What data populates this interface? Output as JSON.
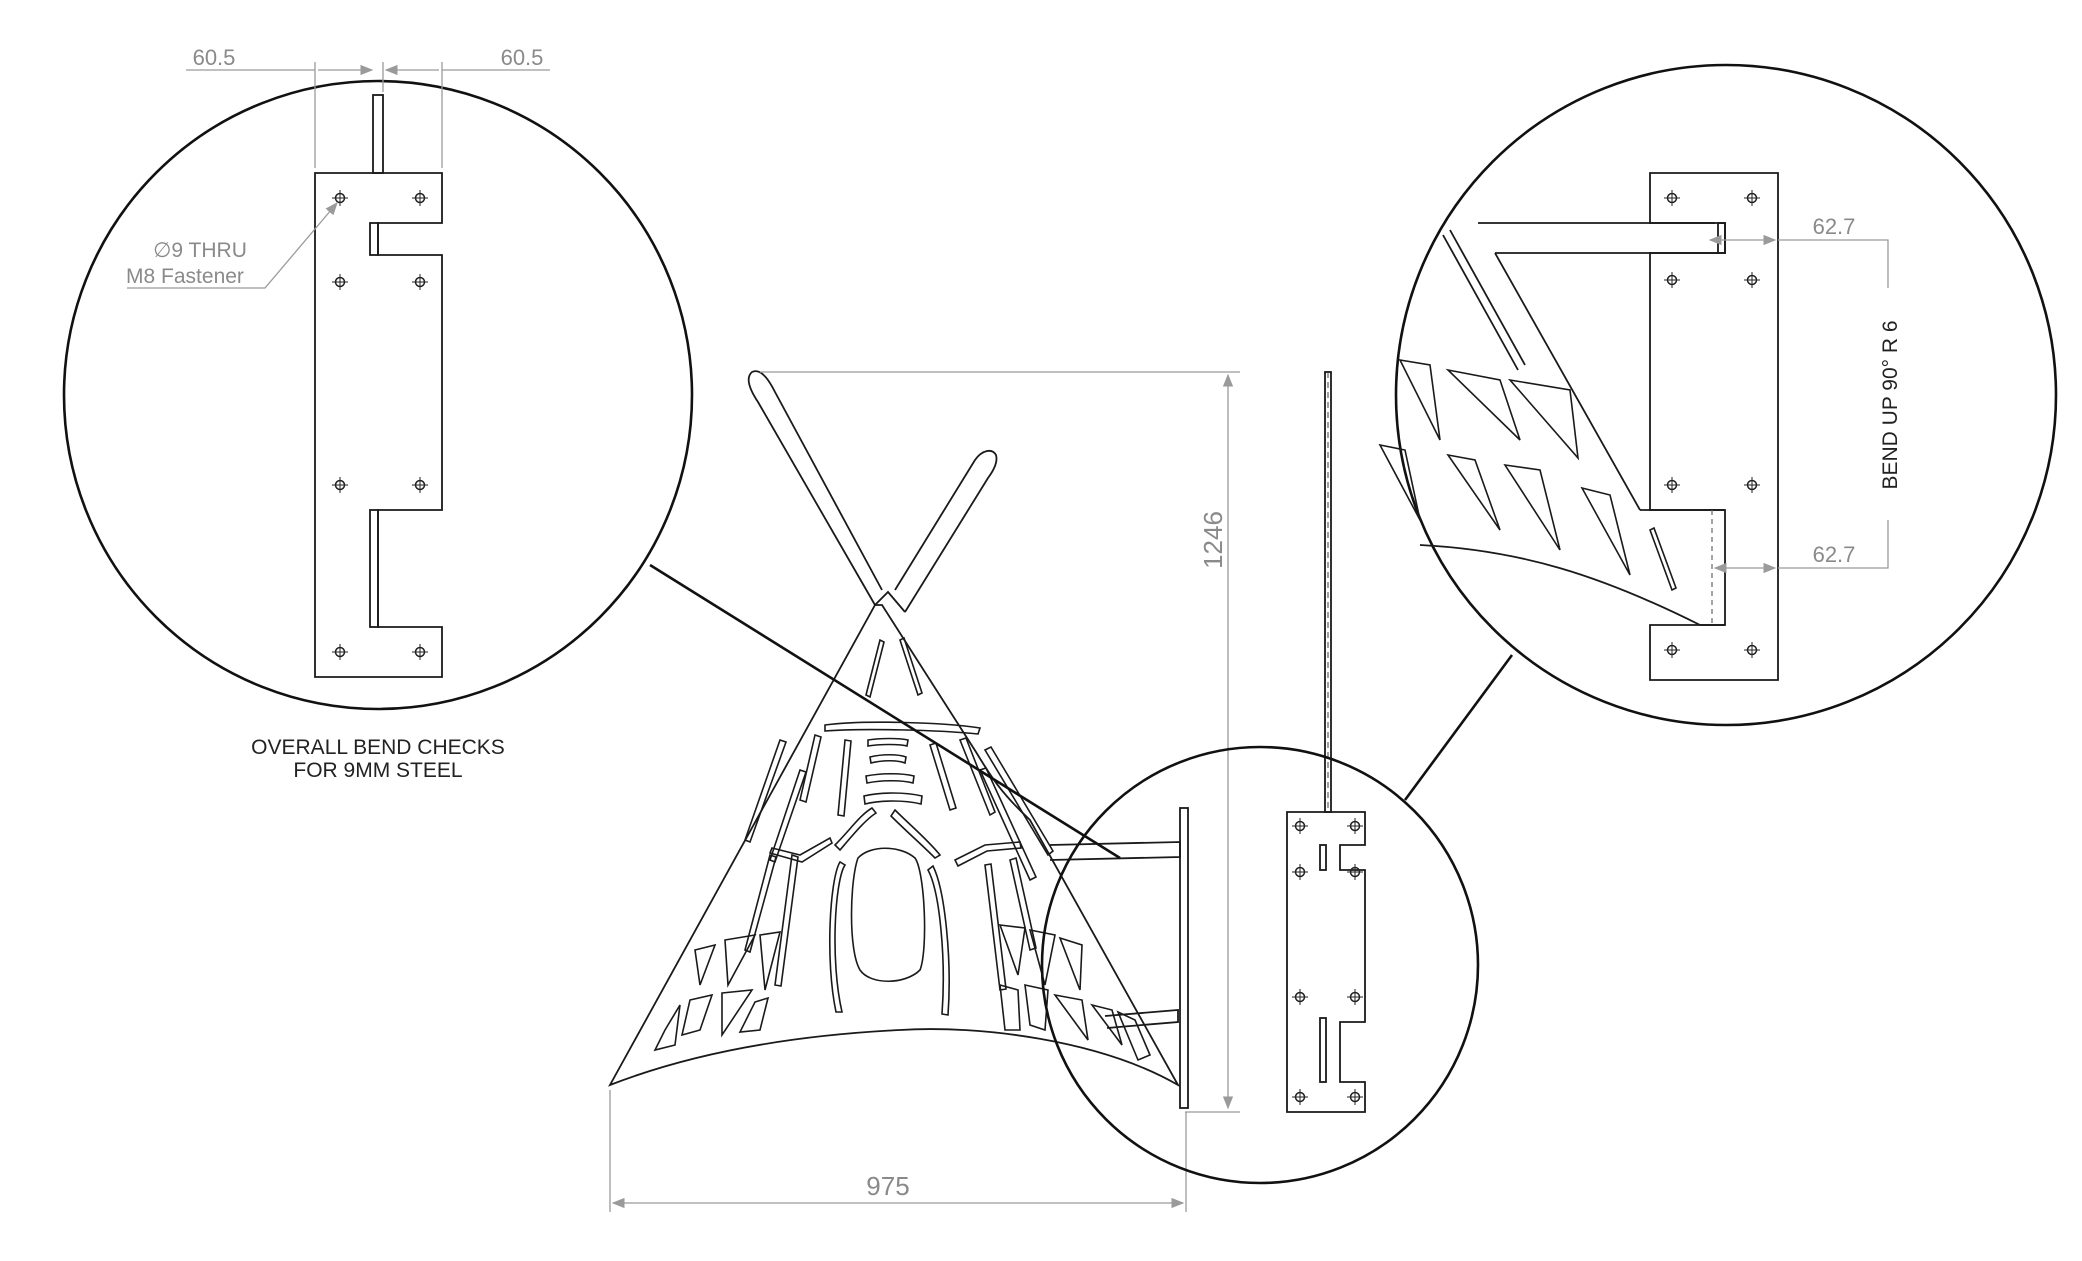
{
  "dimensions": {
    "left_detail_width_a": "60.5",
    "left_detail_width_b": "60.5",
    "overall_height": "1246",
    "overall_width": "975",
    "right_detail_offset_top": "62.7",
    "right_detail_offset_bottom": "62.7"
  },
  "notes": {
    "hole_callout_line1": "∅9 THRU",
    "hole_callout_line2": "M8 Fastener",
    "bend_note": "BEND UP  90°  R 6",
    "caption_line1": "OVERALL BEND CHECKS",
    "caption_line2": "FOR 9MM STEEL"
  }
}
